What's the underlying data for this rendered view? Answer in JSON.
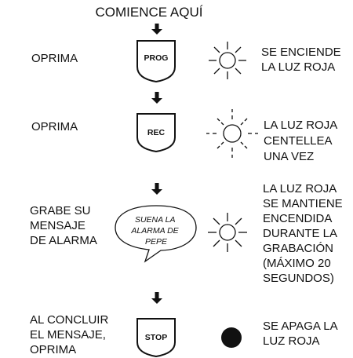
{
  "title": "COMIENCE AQUÍ",
  "steps": [
    {
      "action": [
        "OPRIMA"
      ],
      "button": "PROG",
      "indicator": "light-on",
      "result": [
        "SE ENCIENDE",
        "LA LUZ ROJA"
      ]
    },
    {
      "action": [
        "OPRIMA"
      ],
      "button": "REC",
      "indicator": "light-blink",
      "result": [
        "LA LUZ ROJA",
        "CENTELLEA",
        "UNA VEZ"
      ]
    },
    {
      "action": [
        "GRABE SU",
        "MENSAJE",
        "DE ALARMA"
      ],
      "speech": [
        "SUENA LA",
        "ALARMA DE",
        "PEPE"
      ],
      "indicator": "light-on",
      "result": [
        "LA LUZ ROJA",
        "SE MANTIENE",
        "ENCENDIDA",
        "DURANTE LA",
        "GRABACIÓN",
        "(MÁXIMO 20",
        "SEGUNDOS)"
      ]
    },
    {
      "action": [
        "AL CONCLUIR",
        "EL MENSAJE,",
        "OPRIMA"
      ],
      "button": "STOP",
      "indicator": "light-off",
      "result": [
        "SE APAGA LA",
        "LUZ ROJA"
      ]
    }
  ],
  "colors": {
    "ink": "#111111",
    "background": "#ffffff"
  }
}
